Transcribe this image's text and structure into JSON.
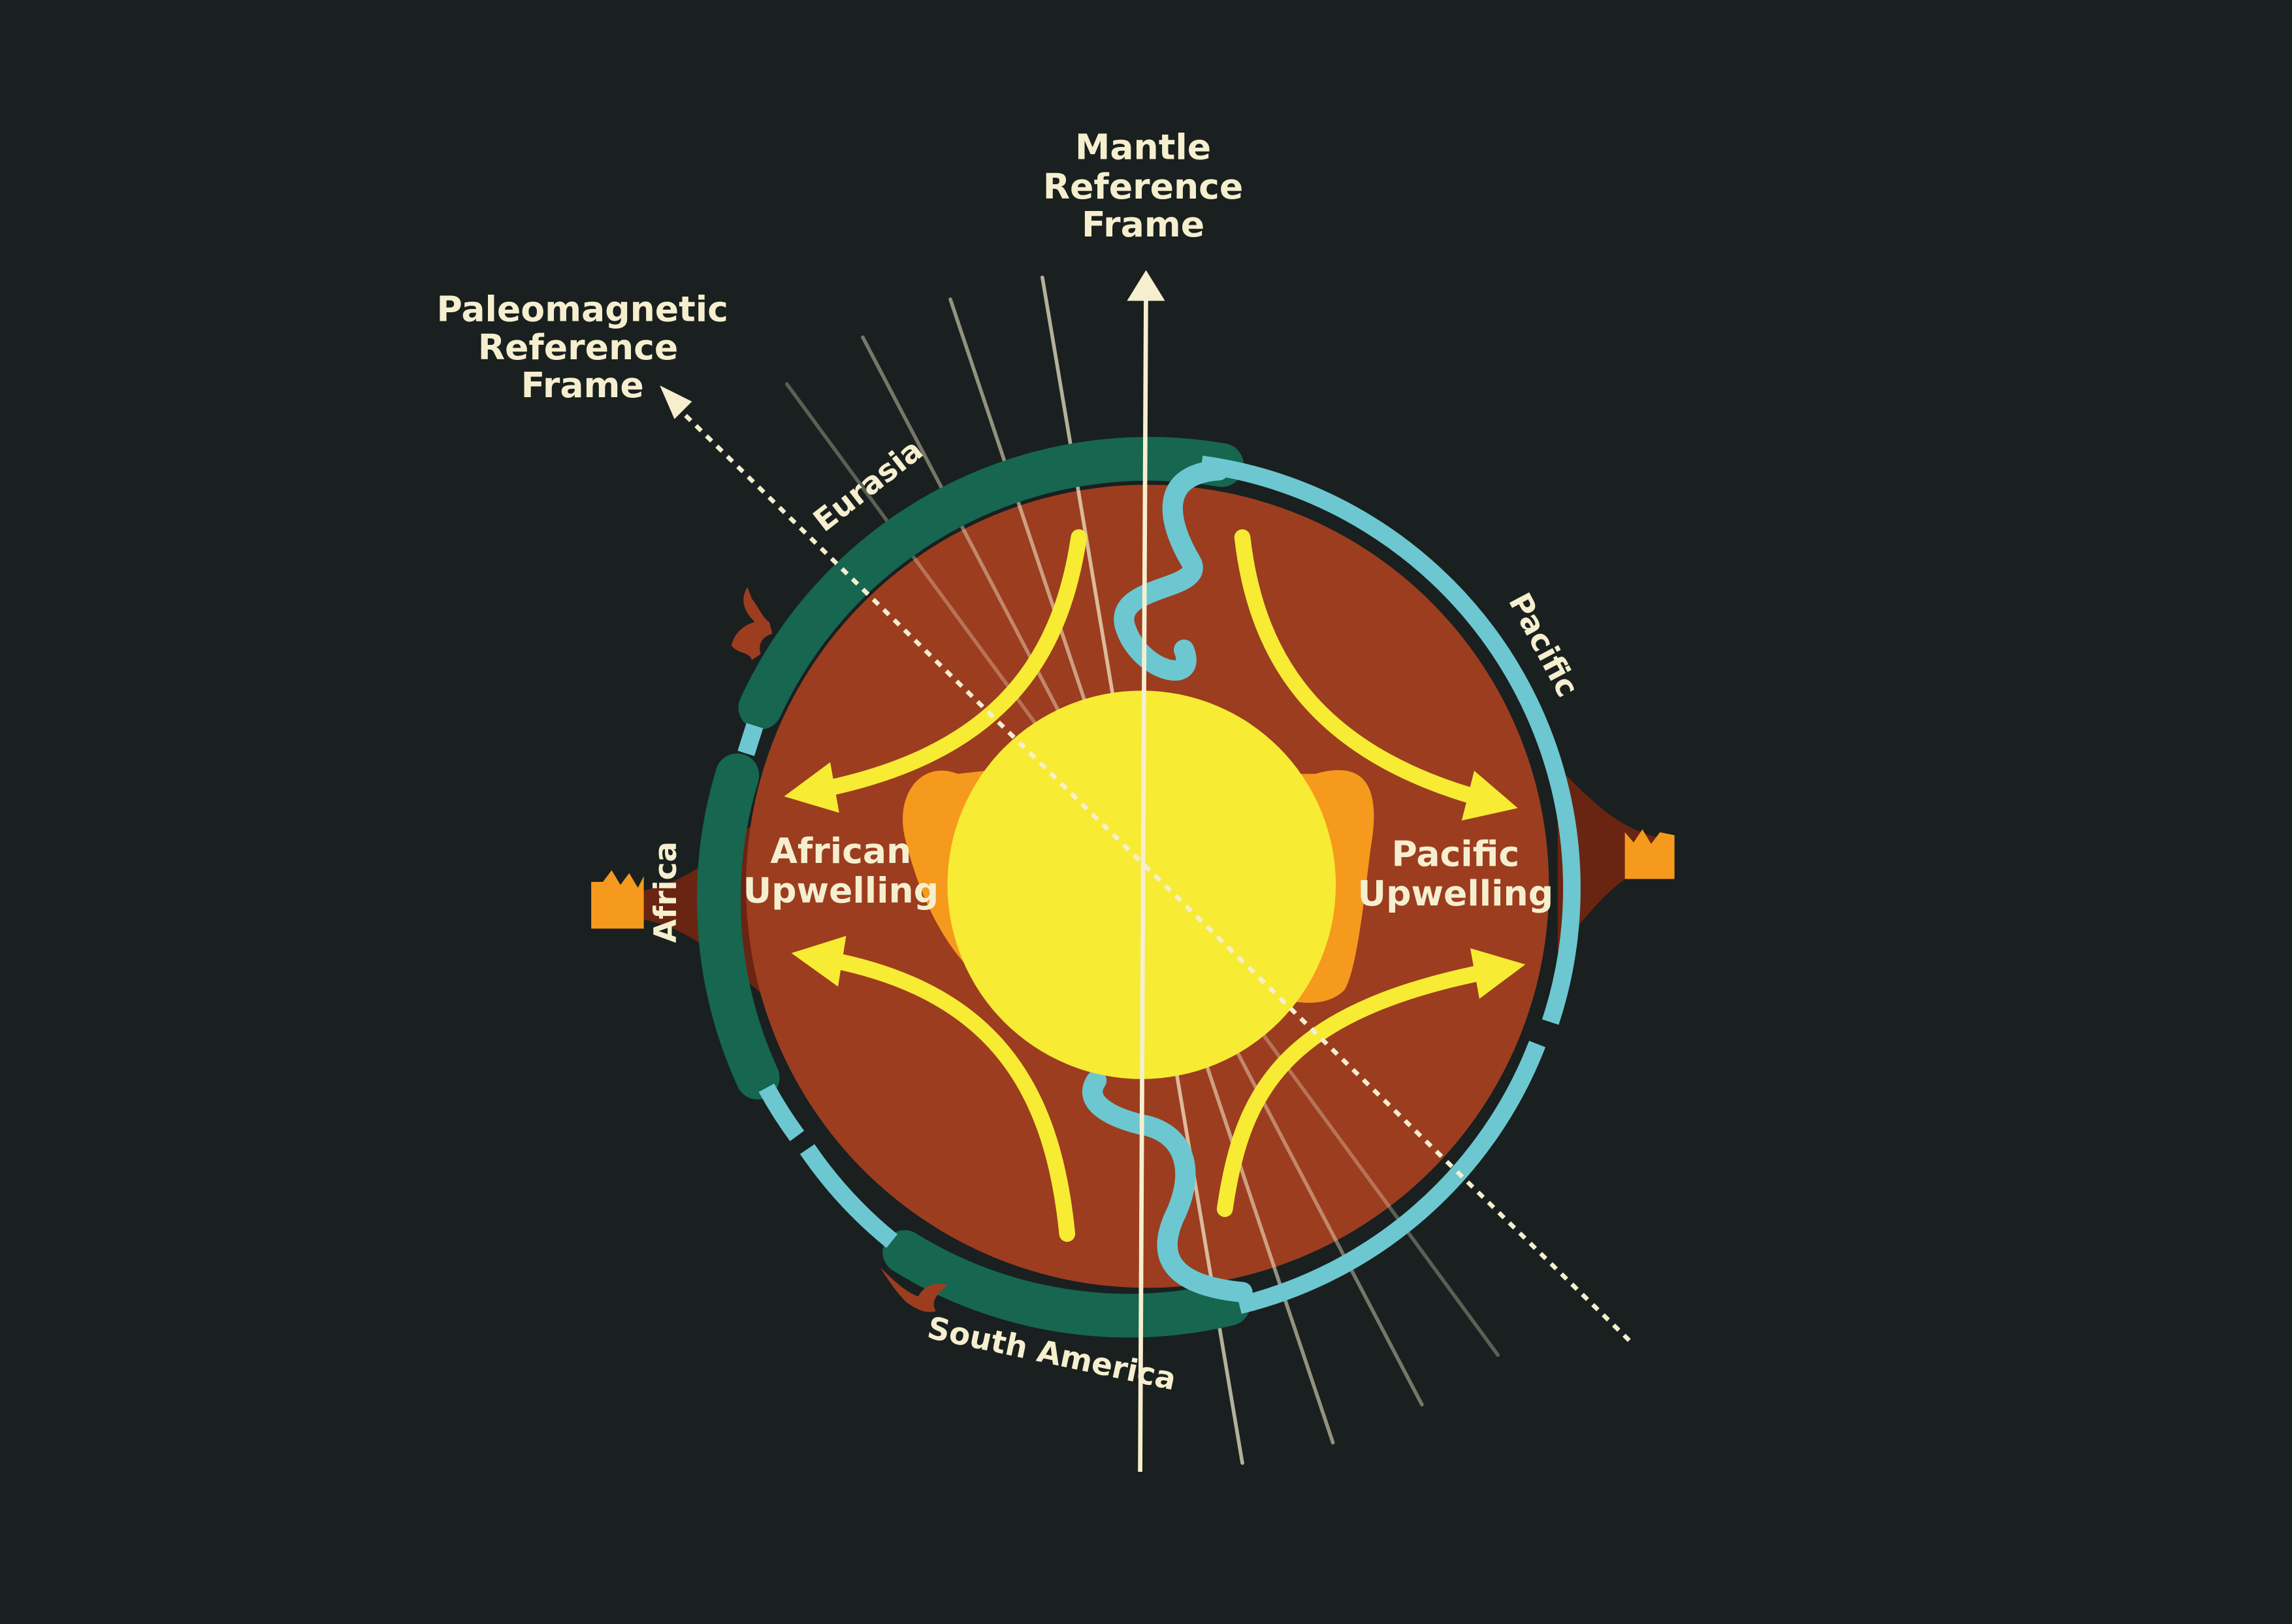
{
  "labels": {
    "mantle_frame": [
      "Mantle",
      "Reference",
      "Frame"
    ],
    "paleomagnetic_frame": [
      "Paleomagnetic",
      "Reference",
      "Frame"
    ],
    "african_upwelling": [
      "African",
      "Upwelling"
    ],
    "pacific_upwelling": [
      "Pacific",
      "Upwelling"
    ],
    "eurasia": "Eurasia",
    "pacific": "Pacific",
    "africa": "Africa",
    "south_america": "South America"
  },
  "colors": {
    "background": "#19201f",
    "mantle": "#9c3d20",
    "core": "#f8eb33",
    "upwelling_blob": "#f59a1d",
    "continental_plate": "#166650",
    "oceanic_plate": "#6cc7d1",
    "convection_arrow": "#f8eb33",
    "hotspot_volcano": "#f59a1d",
    "text": "#f6efcf"
  },
  "icons": [
    "dinosaur-icon",
    "bird-icon",
    "volcano-icon"
  ]
}
